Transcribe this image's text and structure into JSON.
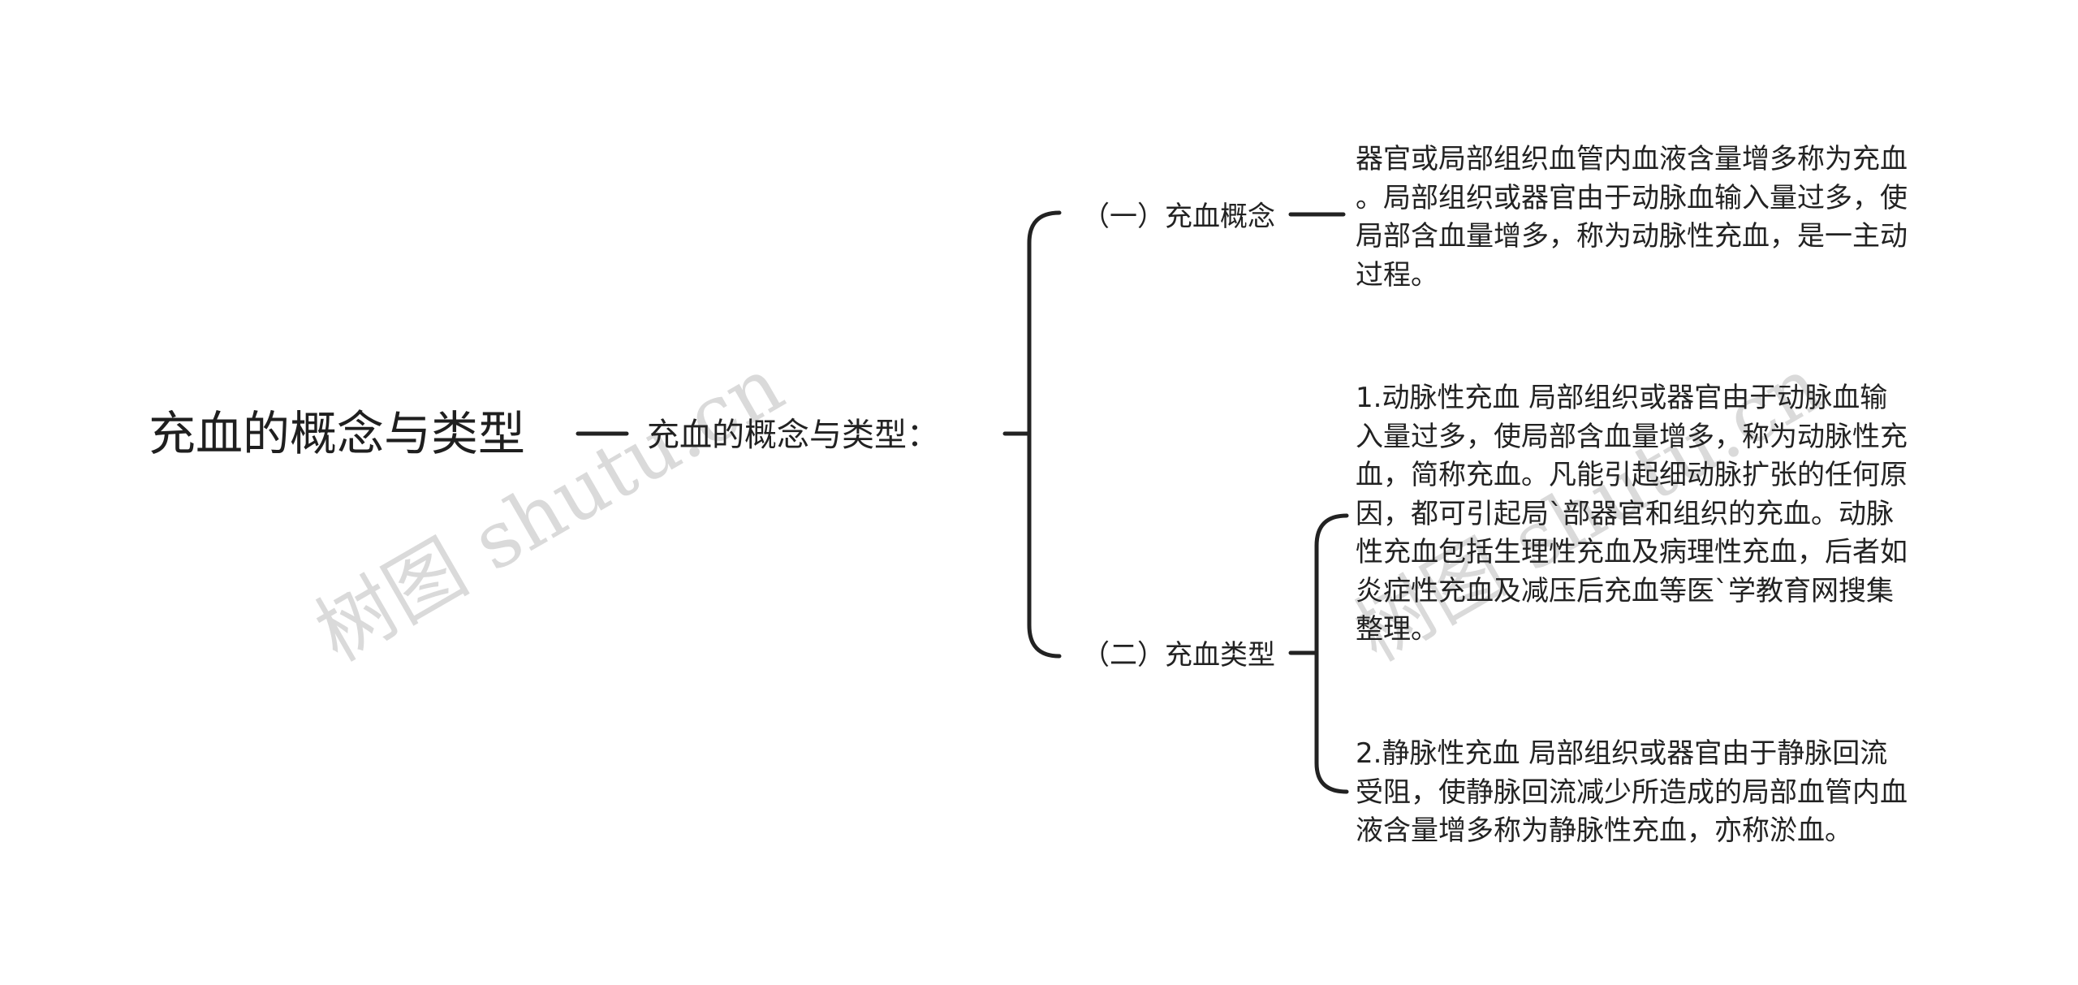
{
  "root": {
    "label": "充血的概念与类型"
  },
  "level1": {
    "label": "充血的概念与类型："
  },
  "branches": [
    {
      "label": "（一）充血概念",
      "details": [
        {
          "lines": [
            "器官或局部组织血管内血液含量增多称为充血",
            "。局部组织或器官由于动脉血输入量过多，使",
            "局部含血量增多，称为动脉性充血，是一主动",
            "过程。"
          ]
        }
      ]
    },
    {
      "label": "（二）充血类型",
      "details": [
        {
          "lines": [
            "1.动脉性充血 局部组织或器官由于动脉血输",
            "入量过多，使局部含血量增多，称为动脉性充",
            "血，简称充血。凡能引起细动脉扩张的任何原",
            "因，都可引起局`部器官和组织的充血。动脉",
            "性充血包括生理性充血及病理性充血，后者如",
            "炎症性充血及减压后充血等医`学教育网搜集",
            "整理。"
          ]
        },
        {
          "lines": [
            "2.静脉性充血 局部组织或器官由于静脉回流",
            "受阻，使静脉回流减少所造成的局部血管内血",
            "液含量增多称为静脉性充血，亦称淤血。"
          ]
        }
      ]
    }
  ],
  "watermarks": [
    "树图 shutu.cn",
    "树图 shutu.cn"
  ],
  "colors": {
    "line": "#222222",
    "text": "#222222",
    "watermark": "#969696"
  }
}
